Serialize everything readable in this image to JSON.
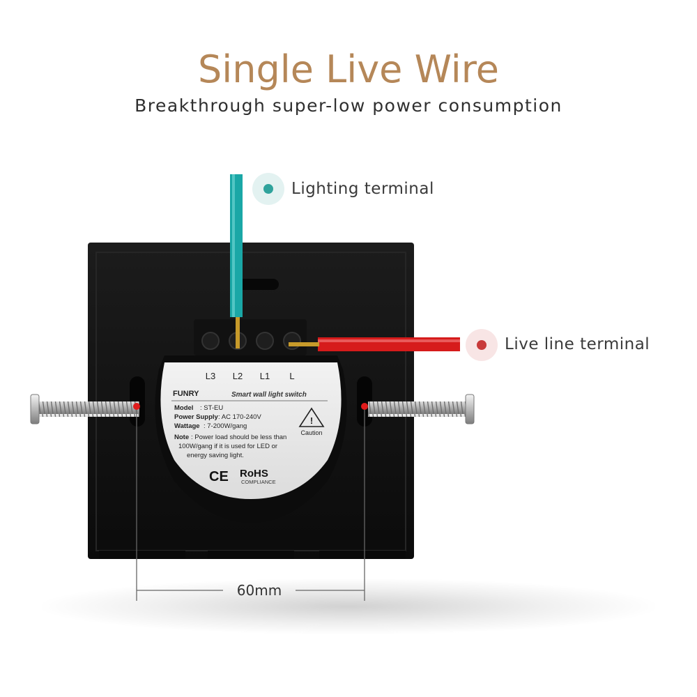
{
  "heading": {
    "title": "Single Live Wire",
    "subtitle": "Breakthrough super-low power consumption"
  },
  "callouts": {
    "lighting": "Lighting terminal",
    "live": "Live line terminal"
  },
  "terminals": [
    "L3",
    "L2",
    "L1",
    "L"
  ],
  "label": {
    "brand": "FUNRY",
    "product": "Smart wall light switch",
    "model_key": "Model",
    "model_val": ": ST-EU",
    "supply_key": "Power Supply",
    "supply_val": ": AC 170-240V",
    "wattage_key": "Wattage",
    "wattage_val": ": 7-200W/gang",
    "note_key": "Note",
    "note_line1": ": Power load should be less than",
    "note_line2": "100W/gang if it is used for LED or",
    "note_line3": "energy saving light.",
    "caution": "Caution",
    "ce": "CE",
    "rohs": "RoHS",
    "compliance": "COMPLIANCE"
  },
  "dimension": "60mm",
  "colors": {
    "title": "#b58758",
    "lighting_wire": "#1aa7a6",
    "live_wire": "#d61b1b",
    "panel": "#141414"
  }
}
